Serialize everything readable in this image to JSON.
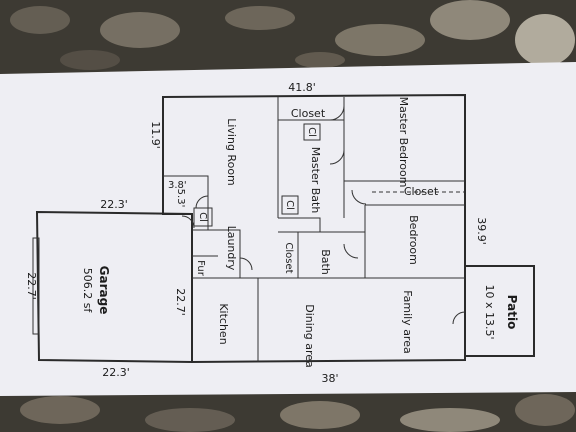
{
  "colors": {
    "granite_dark": "#3d3a33",
    "granite_light": "#9a9284",
    "paper": "#eeeef3",
    "ink": "#1c1c1c"
  },
  "plan": {
    "top_width": "41.8'",
    "living_depth": "11.9'",
    "closet_size": "3.8'",
    "closet_depth": "5.3'",
    "garage_top_width": "22.3'",
    "garage_bottom_width": "22.3'",
    "garage_depth_left": "22.7'",
    "garage_depth_right": "22.7'",
    "house_depth": "39.9'",
    "bottom_width": "38'"
  },
  "rooms": {
    "living_room": "Living Room",
    "closet_top": "Closet",
    "master_bedroom": "Master Bedroom",
    "master_bath": "Master Bath",
    "closet_mid": "Closet",
    "bedroom": "Bedroom",
    "closet_small": "Closet",
    "bath": "Bath",
    "laundry": "Laundry",
    "fur": "Fur",
    "kitchen": "Kitchen",
    "dining_area": "Dining area",
    "family_area": "Family area",
    "garage": "Garage",
    "garage_area": "506.2 sf",
    "patio": "Patio",
    "patio_size": "10 x 13.5'",
    "cl_a": "Cl",
    "cl_b": "Cl",
    "cl_c": "Cl"
  }
}
